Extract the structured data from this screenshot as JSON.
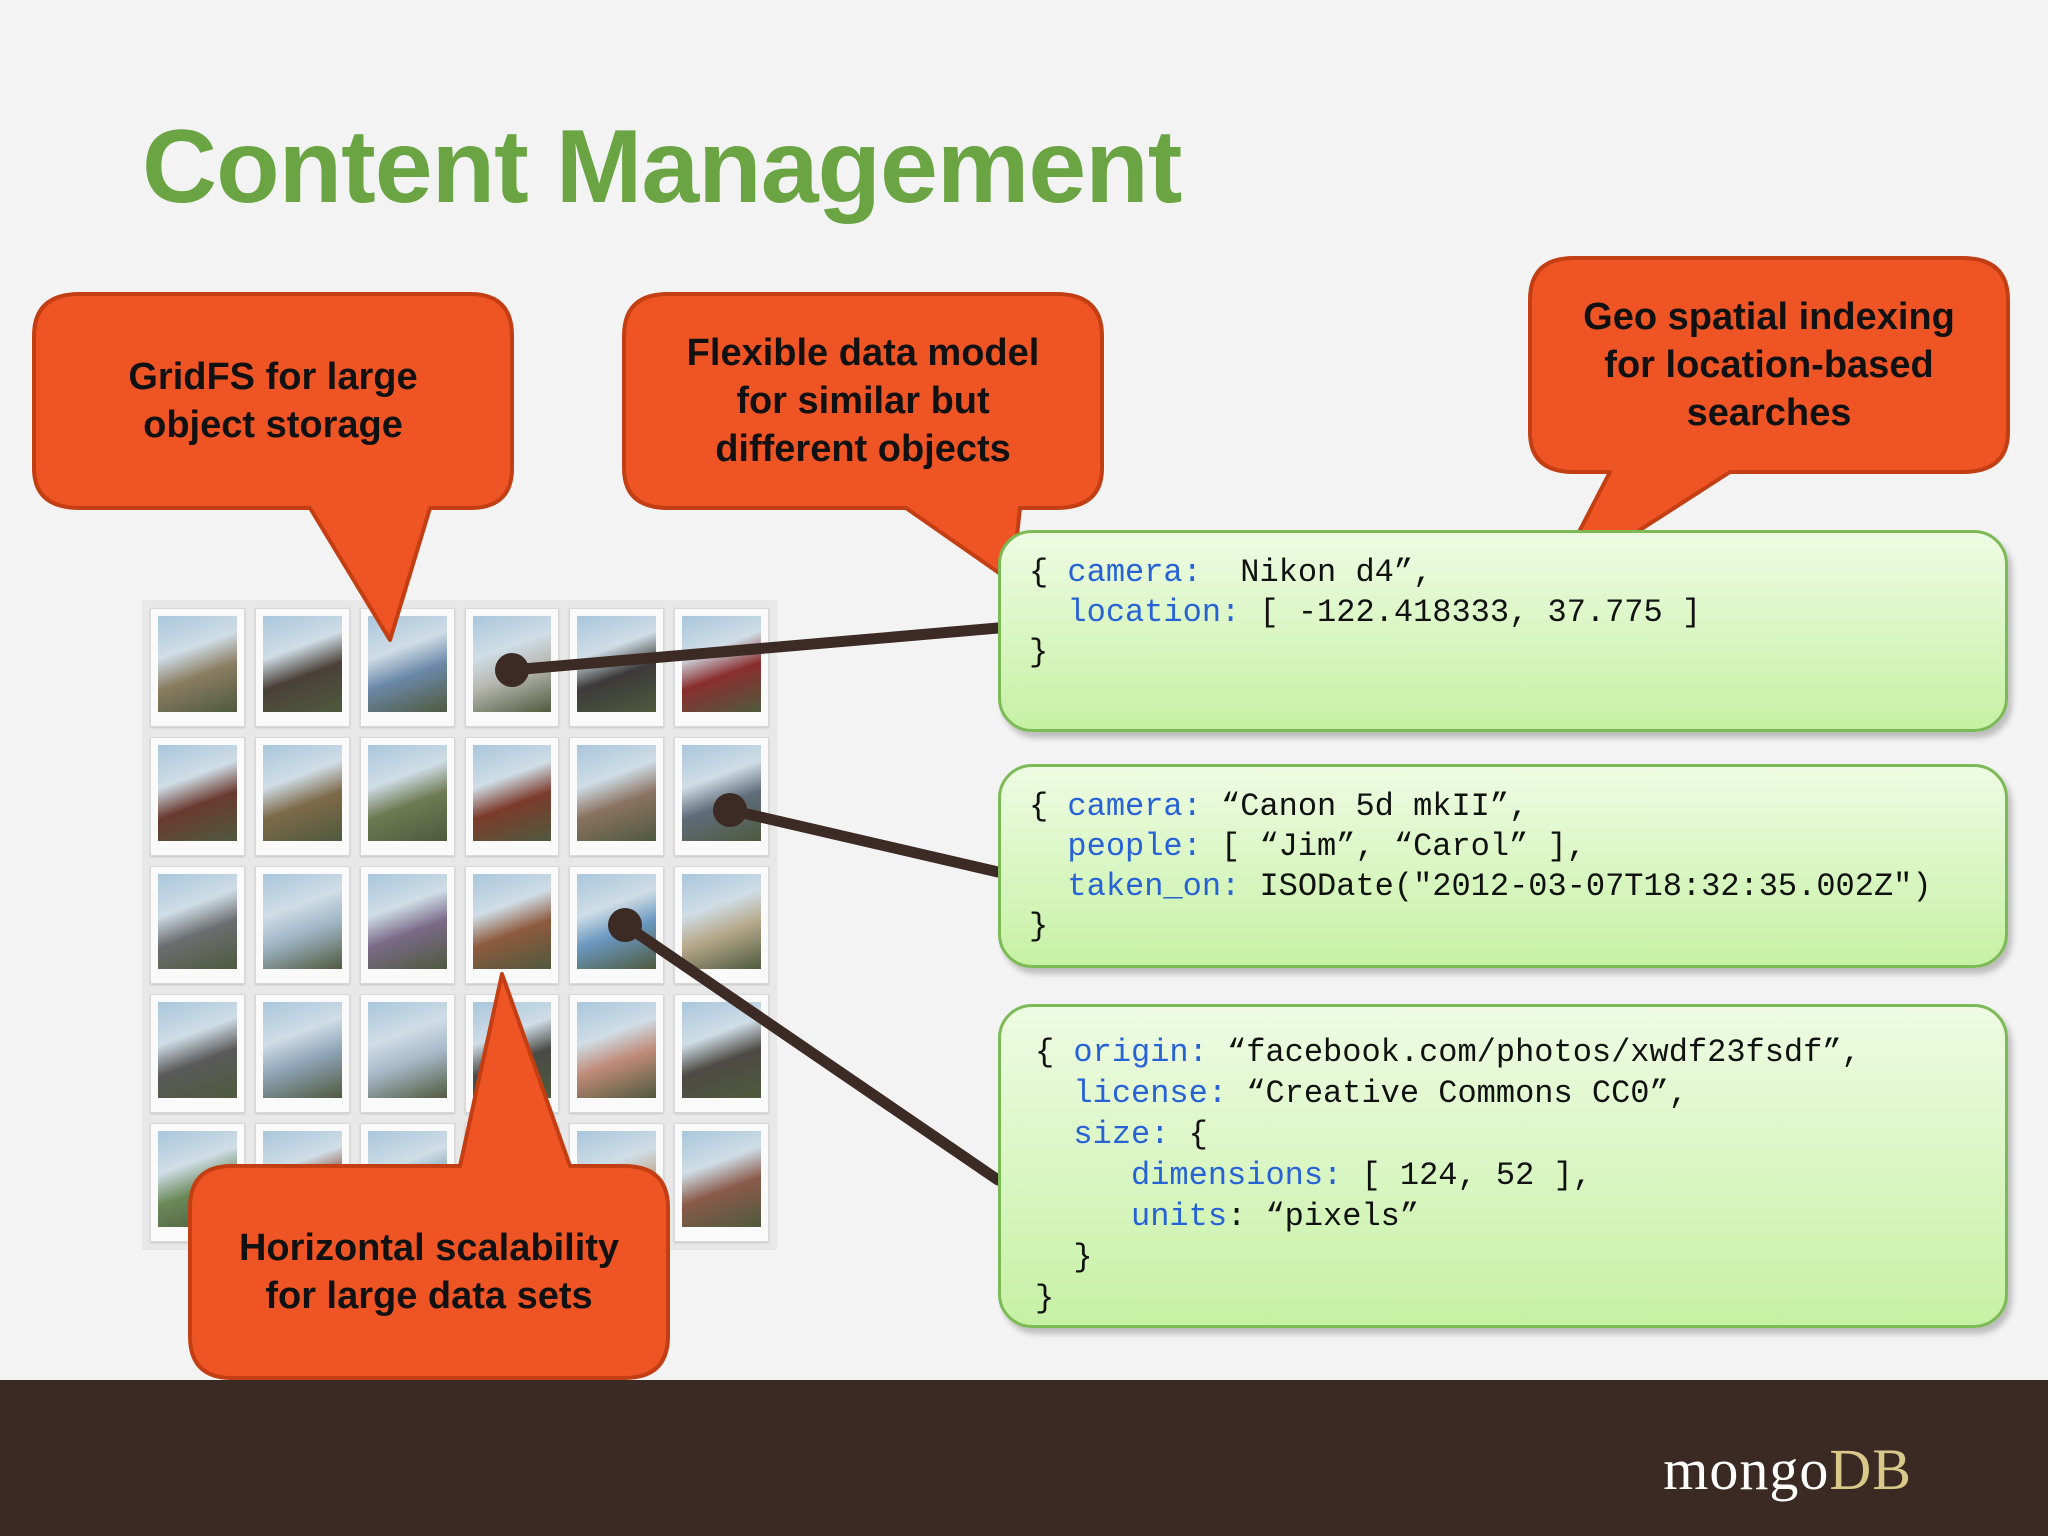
{
  "title": "Content Management",
  "colors": {
    "title": "#6aa443",
    "callout_fill": "#ef5524",
    "callout_stroke": "#c33e13",
    "code_key": "#2763d7",
    "code_box_border": "#7cba55",
    "connector": "#3c2a24",
    "footer": "#3b2a24"
  },
  "callouts": {
    "gridfs": "GridFS for large\nobject storage",
    "flexible": "Flexible data model\nfor similar but\ndifferent objects",
    "geo": "Geo spatial indexing\nfor location-based\nsearches",
    "scalability": "Horizontal scalability\nfor large data sets"
  },
  "docs": [
    {
      "lines": [
        {
          "pre": "{ ",
          "key": "camera:",
          "val": "  Nikon d4”,"
        },
        {
          "pre": "  ",
          "key": "location:",
          "val": " [ -122.418333, 37.775 ]"
        },
        {
          "pre": "}",
          "key": "",
          "val": ""
        }
      ]
    },
    {
      "lines": [
        {
          "pre": "{ ",
          "key": "camera:",
          "val": " “Canon 5d mkII”,"
        },
        {
          "pre": "  ",
          "key": "people:",
          "val": " [ “Jim”, “Carol” ],"
        },
        {
          "pre": "  ",
          "key": "taken_on:",
          "val": " ISODate(\"2012-03-07T18:32:35.002Z\")"
        },
        {
          "pre": "}",
          "key": "",
          "val": ""
        }
      ]
    },
    {
      "lines": [
        {
          "pre": "{ ",
          "key": "origin:",
          "val": " “facebook.com/photos/xwdf23fsdf”,"
        },
        {
          "pre": "  ",
          "key": "license:",
          "val": " “Creative Commons CC0”,"
        },
        {
          "pre": "  ",
          "key": "size:",
          "val": " {"
        },
        {
          "pre": "     ",
          "key": "dimensions:",
          "val": " [ 124, 52 ],"
        },
        {
          "pre": "     ",
          "key": "units",
          "val": ": “pixels”"
        },
        {
          "pre": "  }",
          "key": "",
          "val": ""
        },
        {
          "pre": "}",
          "key": "",
          "val": ""
        }
      ]
    }
  ],
  "photo_grid": {
    "photos": [
      "#8a7d62",
      "#4a4038",
      "#6b88a8",
      "#b7b7b0",
      "#3c3a3a",
      "#8a2e2e",
      "#6a3a2f",
      "#7e6a4a",
      "#6d7a52",
      "#7c3b2c",
      "#8a7260",
      "#5f6c7a",
      "#6b6e70",
      "#9fb5c6",
      "#7a6a88",
      "#8e5a3e",
      "#6a98c0",
      "#b7a98c",
      "#5a5a5a",
      "#8fa4b8",
      "#a7b9c8",
      "#4a4a46",
      "#c08a78",
      "#4e4a44",
      "#6a8a5a",
      "#8a3a2a",
      "#7fa0b4",
      "#a8b8c0",
      "#c2a890",
      "#8a5a4a"
    ]
  },
  "logo": {
    "part1": "mongo",
    "part2": "DB"
  }
}
